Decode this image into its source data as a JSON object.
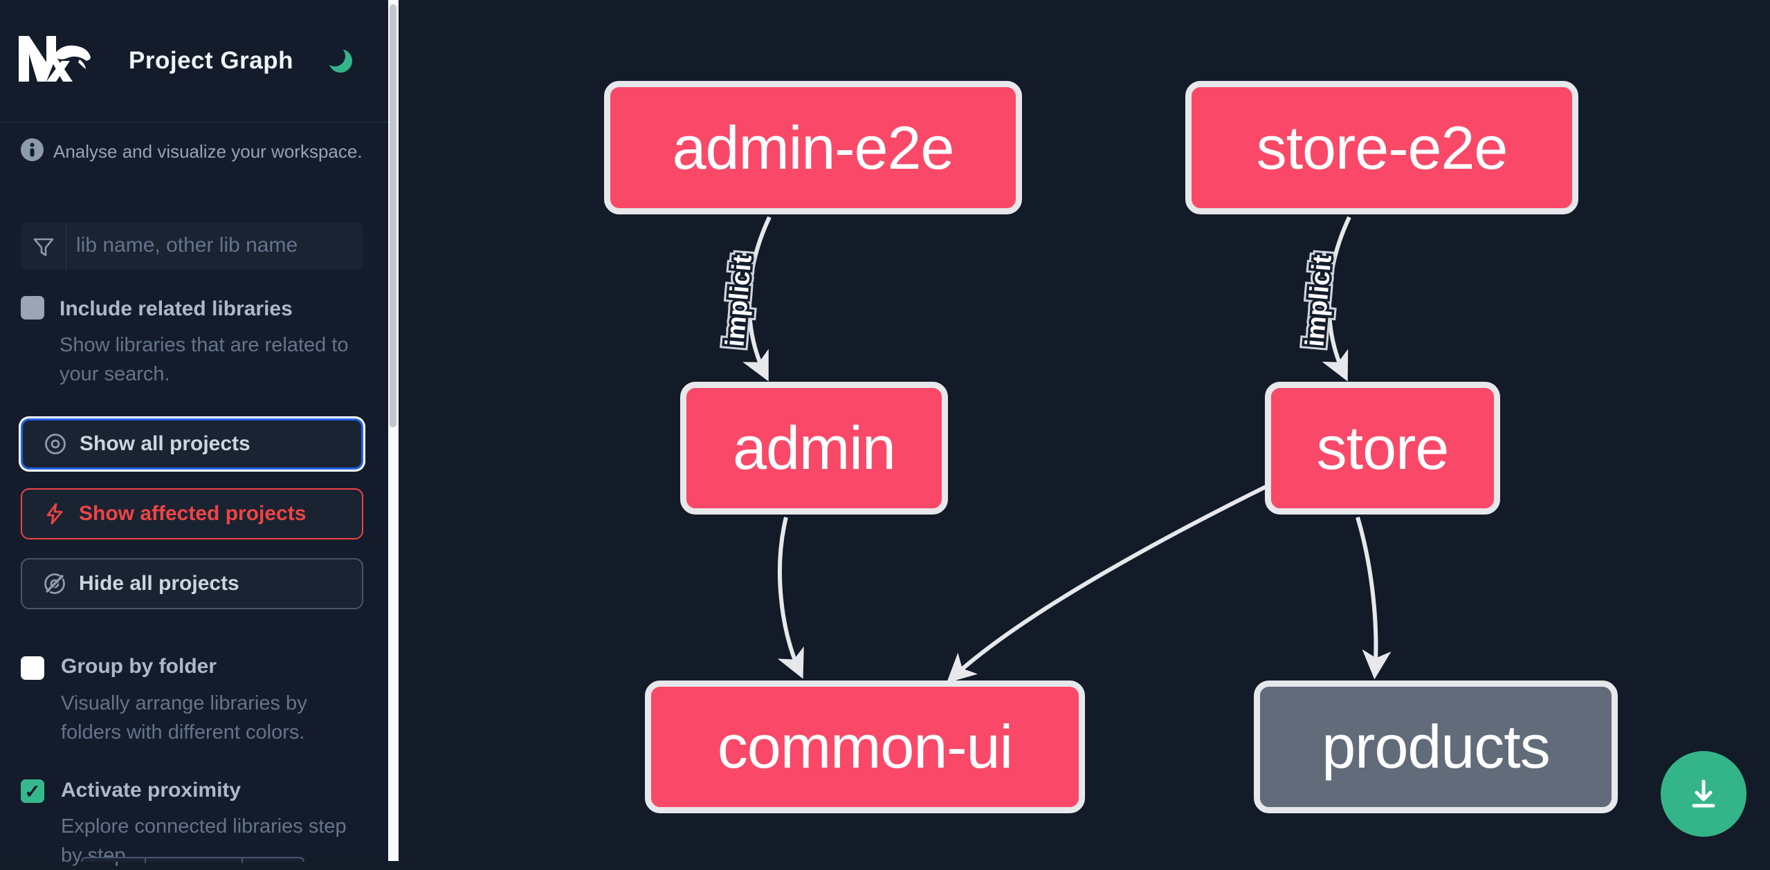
{
  "header": {
    "logo": "Nx",
    "title": "Project Graph",
    "theme_icon": "moon"
  },
  "intro": {
    "text": "Analyse and visualize your workspace."
  },
  "search": {
    "placeholder": "lib name, other lib name",
    "value": ""
  },
  "include_related": {
    "label": "Include related libraries",
    "description": "Show libraries that are related to your search.",
    "checked": false
  },
  "actions": {
    "show_all": {
      "label": "Show all projects",
      "icon": "eye",
      "selected": true
    },
    "show_affected": {
      "label": "Show affected projects",
      "icon": "bolt"
    },
    "hide_all": {
      "label": "Hide all projects",
      "icon": "eye-slash"
    }
  },
  "toggles": {
    "group_by_folder": {
      "label": "Group by folder",
      "description": "Visually arrange libraries by folders with different colors.",
      "checked": false
    },
    "activate_proximity": {
      "label": "Activate proximity",
      "description": "Explore connected libraries step by step.",
      "checked": true
    }
  },
  "graph": {
    "nodes": [
      {
        "id": "admin-e2e",
        "label": "admin-e2e",
        "type": "affected"
      },
      {
        "id": "store-e2e",
        "label": "store-e2e",
        "type": "affected"
      },
      {
        "id": "admin",
        "label": "admin",
        "type": "affected"
      },
      {
        "id": "store",
        "label": "store",
        "type": "affected"
      },
      {
        "id": "common-ui",
        "label": "common-ui",
        "type": "affected"
      },
      {
        "id": "products",
        "label": "products",
        "type": "normal"
      }
    ],
    "edges": [
      {
        "from": "admin-e2e",
        "to": "admin",
        "label": "implicit"
      },
      {
        "from": "store-e2e",
        "to": "store",
        "label": "implicit"
      },
      {
        "from": "admin",
        "to": "common-ui"
      },
      {
        "from": "store",
        "to": "common-ui"
      },
      {
        "from": "store",
        "to": "products"
      }
    ]
  },
  "fab": {
    "icon": "download"
  },
  "colors": {
    "affected_node": "#fa4968",
    "normal_node": "#626b7a",
    "node_border": "#e6e8eb",
    "edge": "#e6e8eb",
    "accent_green": "#34b489",
    "focus_blue": "#2563eb",
    "danger_red": "#ef4444",
    "sidebar_bg": "#141c2b",
    "canvas_bg": "#131a28"
  }
}
